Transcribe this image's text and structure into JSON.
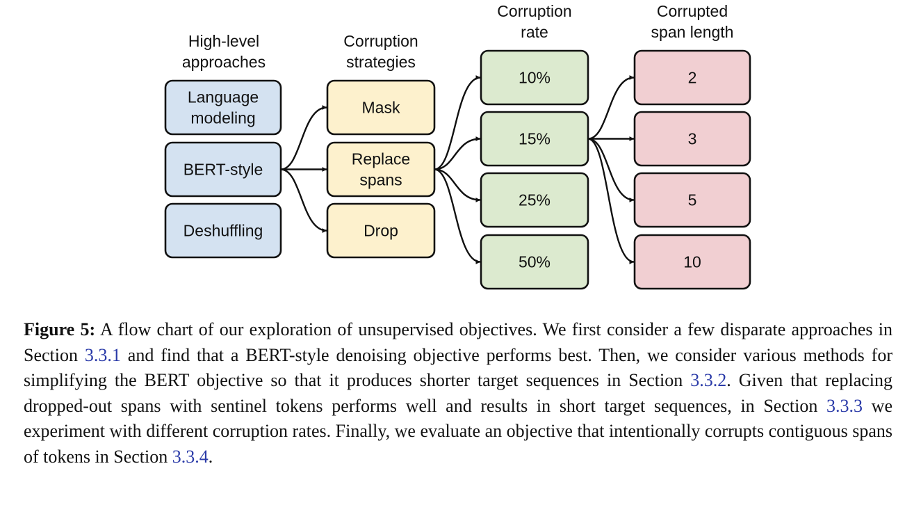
{
  "diagram": {
    "columns": [
      {
        "id": "approaches",
        "header": [
          "High-level",
          "approaches"
        ],
        "fill": "#d4e2f1",
        "boxes": [
          {
            "id": "lm",
            "lines": [
              "Language",
              "modeling"
            ]
          },
          {
            "id": "bert",
            "lines": [
              "BERT-style"
            ]
          },
          {
            "id": "deshuffle",
            "lines": [
              "Deshuffling"
            ]
          }
        ]
      },
      {
        "id": "strategies",
        "header": [
          "Corruption",
          "strategies"
        ],
        "fill": "#fdf1cd",
        "boxes": [
          {
            "id": "mask",
            "lines": [
              "Mask"
            ]
          },
          {
            "id": "replace",
            "lines": [
              "Replace",
              "spans"
            ]
          },
          {
            "id": "drop",
            "lines": [
              "Drop"
            ]
          }
        ]
      },
      {
        "id": "rates",
        "header": [
          "Corruption",
          "rate"
        ],
        "fill": "#dceacf",
        "boxes": [
          {
            "id": "r10",
            "lines": [
              "10%"
            ]
          },
          {
            "id": "r15",
            "lines": [
              "15%"
            ]
          },
          {
            "id": "r25",
            "lines": [
              "25%"
            ]
          },
          {
            "id": "r50",
            "lines": [
              "50%"
            ]
          }
        ]
      },
      {
        "id": "spans",
        "header": [
          "Corrupted",
          "span length"
        ],
        "fill": "#f1cfd2",
        "boxes": [
          {
            "id": "s2",
            "lines": [
              "2"
            ]
          },
          {
            "id": "s3",
            "lines": [
              "3"
            ]
          },
          {
            "id": "s5",
            "lines": [
              "5"
            ]
          },
          {
            "id": "s10",
            "lines": [
              "10"
            ]
          }
        ]
      }
    ],
    "edges": [
      [
        "bert",
        "mask"
      ],
      [
        "bert",
        "replace"
      ],
      [
        "bert",
        "drop"
      ],
      [
        "replace",
        "r10"
      ],
      [
        "replace",
        "r15"
      ],
      [
        "replace",
        "r25"
      ],
      [
        "replace",
        "r50"
      ],
      [
        "r15",
        "s2"
      ],
      [
        "r15",
        "s3"
      ],
      [
        "r15",
        "s5"
      ],
      [
        "r15",
        "s10"
      ]
    ]
  },
  "caption": {
    "label": "Figure 5:",
    "t1": " A flow chart of our exploration of unsupervised objectives. We first consider a few disparate approaches in Section ",
    "ref1": "3.3.1",
    "t2": " and find that a BERT-style denoising objective performs best. Then, we consider various methods for simplifying the BERT objective so that it produces shorter target sequences in Section ",
    "ref2": "3.3.2",
    "t3": ". Given that replacing dropped-out spans with sentinel tokens performs well and results in short target sequences, in Section ",
    "ref3": "3.3.3",
    "t4": " we experiment with different corruption rates. Finally, we evaluate an objective that intentionally corrupts contiguous spans of tokens in Section ",
    "ref4": "3.3.4",
    "t5": "."
  }
}
